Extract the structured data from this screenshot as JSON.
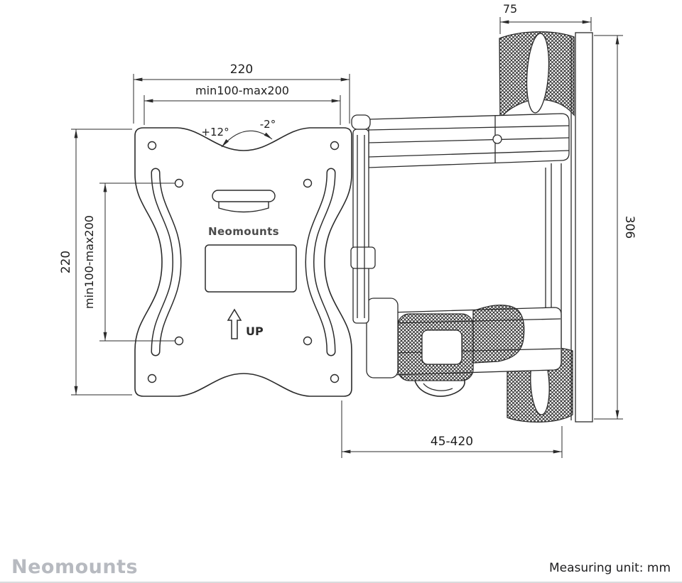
{
  "colors": {
    "line": "#2b2b2b",
    "brand_gray": "#b7bac0",
    "background": "#ffffff"
  },
  "plate": {
    "brand": "Neomounts",
    "up": "UP"
  },
  "dims": {
    "top_width": "220",
    "top_vesa": "min100-max200",
    "left_height": "220",
    "left_vesa": "min100-max200",
    "tilt_up": "+12°",
    "tilt_down": "-2°",
    "bracket_width": "75",
    "bracket_height": "306",
    "arm_extension": "45-420"
  },
  "footer": {
    "brand": "Neomounts",
    "unit_note": "Measuring unit: mm"
  }
}
